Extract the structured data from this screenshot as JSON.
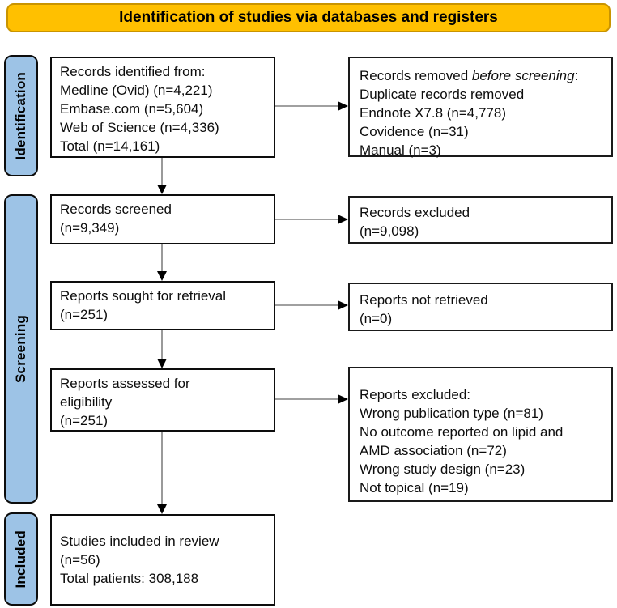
{
  "header": {
    "title": "Identification of studies via databases and registers"
  },
  "colors": {
    "header_bg": "#FFC000",
    "stage_bg": "#9DC3E6",
    "box_border": "#0d0d0d",
    "arrow_line": "#808080",
    "arrow_head": "#000000"
  },
  "stages": [
    {
      "label": "Identification"
    },
    {
      "label": "Screening"
    },
    {
      "label": "Included"
    }
  ],
  "boxes": {
    "records_identified": {
      "lines": [
        "Records identified from:",
        "Medline (Ovid) (n=4,221)",
        "Embase.com (n=5,604)",
        "Web of Science (n=4,336)",
        "Total (n=14,161)"
      ]
    },
    "records_removed": {
      "title_prefix": "Records removed ",
      "title_italic": "before screening",
      "title_suffix": ":",
      "lines": [
        "Duplicate records removed",
        "Endnote X7.8 (n=4,778)",
        "Covidence (n=31)",
        "Manual (n=3)"
      ]
    },
    "records_screened": {
      "lines": [
        "Records screened",
        "(n=9,349)"
      ]
    },
    "records_excluded": {
      "lines": [
        "Records excluded",
        "(n=9,098)"
      ]
    },
    "reports_sought": {
      "lines": [
        "Reports sought for retrieval",
        "(n=251)"
      ]
    },
    "reports_not_retrieved": {
      "lines": [
        "Reports not retrieved",
        "(n=0)"
      ]
    },
    "reports_assessed": {
      "lines": [
        "Reports assessed for",
        "eligibility",
        "(n=251)"
      ]
    },
    "reports_excluded": {
      "lines": [
        "Reports excluded:",
        "Wrong publication type (n=81)",
        "No outcome reported on lipid and",
        "AMD association (n=72)",
        "Wrong study design (n=23)",
        "Not topical (n=19)"
      ]
    },
    "studies_included": {
      "lines": [
        "Studies included in review",
        "(n=56)",
        "Total patients: 308,188"
      ]
    }
  }
}
